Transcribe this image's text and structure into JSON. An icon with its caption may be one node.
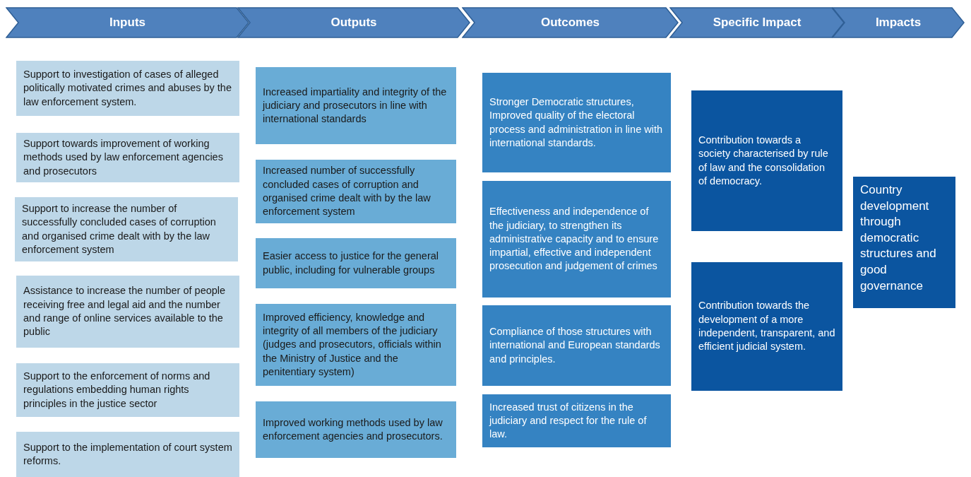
{
  "diagram": {
    "nodes": [
      {
        "text": [
          "Inputs"
        ]
      },
      {
        "text": [
          "Outputs"
        ]
      },
      {
        "text": [
          "Outcomes"
        ]
      },
      {
        "text": [
          "Specific Impact"
        ]
      },
      {
        "text": [
          "Impacts"
        ]
      },
      {
        "text": [
          "Support to investigation of cases of alleged politically motivated crimes and abuses by the law enforcement system."
        ]
      },
      {
        "text": [
          "Support towards improvement of working methods used by law enforcement agencies and prosecutors"
        ]
      },
      {
        "text": [
          "Support to increase the number of successfully concluded cases of corruption and organised crime dealt with by the law enforcement system"
        ]
      },
      {
        "text": [
          "Assistance to increase the number of people receiving free and legal aid and the number and range of online services available to the public"
        ]
      },
      {
        "text": [
          "Support to the enforcement of norms and regulations embedding human rights principles in the justice sector"
        ]
      },
      {
        "text": [
          "Support to the implementation of court system reforms."
        ]
      },
      {
        "text": [
          "Increased impartiality and integrity of the judiciary and prosecutors in line with international standards"
        ]
      },
      {
        "text": [
          "Increased number of successfully concluded cases of corruption and organised crime dealt with by the law enforcement system"
        ]
      },
      {
        "text": [
          "Easier access to justice for the general public, including for vulnerable groups"
        ]
      },
      {
        "text": [
          "Improved efficiency, knowledge and integrity of all members of the judiciary (judges and prosecutors, officials within the Ministry of Justice and the penitentiary system)"
        ]
      },
      {
        "text": [
          "Improved working methods used by law enforcement agencies and prosecutors."
        ]
      },
      {
        "text": [
          "Stronger Democratic structures, Improved quality of the electoral process and administration in line with international standards."
        ]
      },
      {
        "text": [
          "Effectiveness and independence of the judiciary, to strengthen its administrative capacity and to ensure impartial, effective and independent prosecution and judgement of crimes"
        ]
      },
      {
        "text": [
          "Compliance of those structures with international and European standards and principles."
        ]
      },
      {
        "text": [
          "Increased trust of citizens in the judiciary and respect for the rule of law."
        ]
      },
      {
        "text": [
          "Contribution towards a society characterised by rule of law and the consolidation of democracy."
        ]
      },
      {
        "text": [
          "Contribution towards the development of a more independent, transparent, and efficient judicial system."
        ]
      },
      {
        "text": [
          "Country development through democratic structures and good governance"
        ]
      }
    ]
  }
}
